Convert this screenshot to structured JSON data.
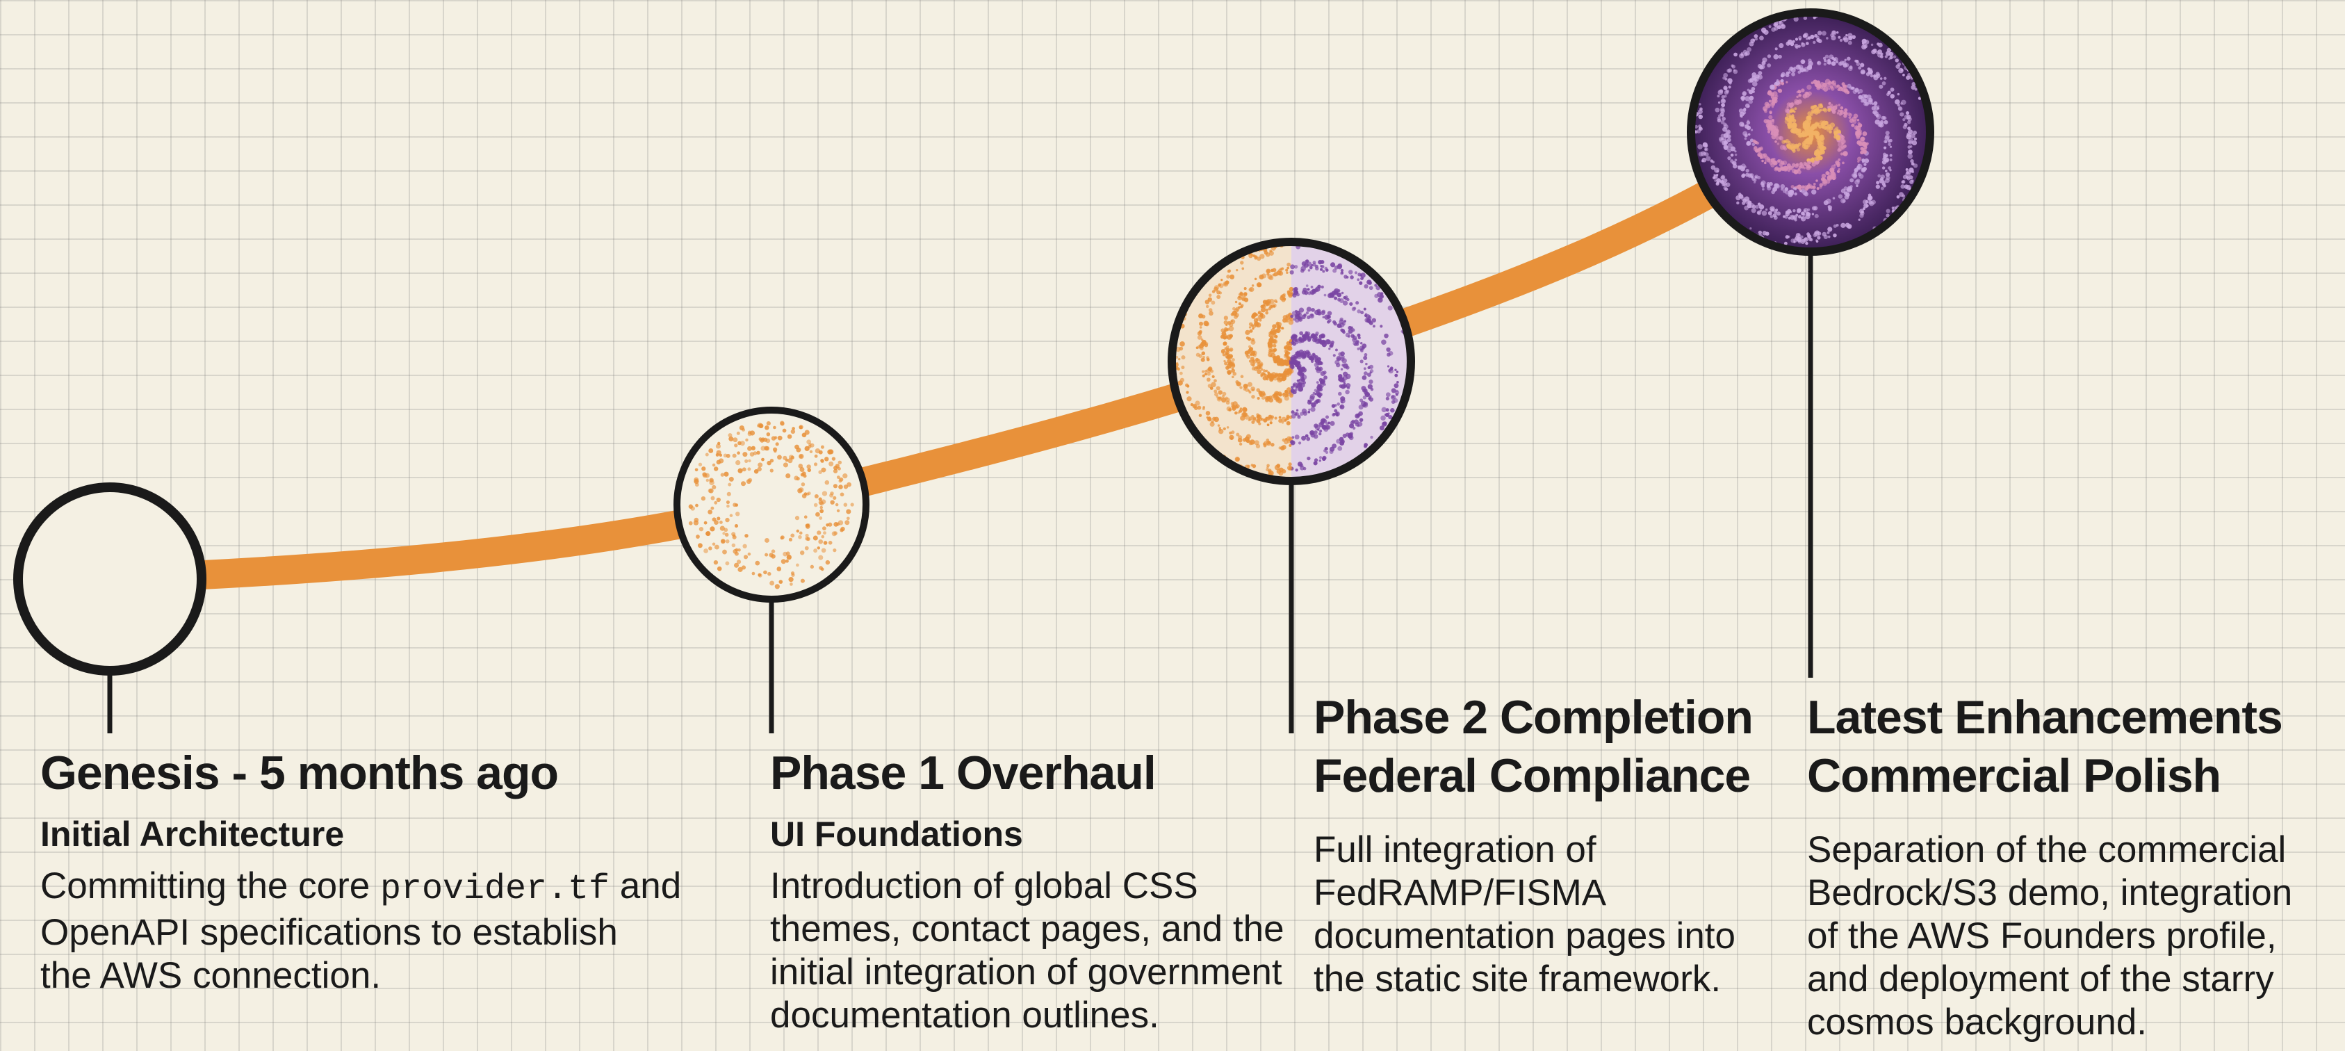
{
  "colors": {
    "background": "#f4f0e3",
    "grid": "#bdbdb5",
    "curve": "#e8913a",
    "outline": "#1a1a1a",
    "orange": "#e8913a",
    "purple": "#6c3a8f",
    "text": "#1a1a1a"
  },
  "milestones": [
    {
      "title": "Genesis - 5 months ago",
      "subtitle": "Initial Architecture",
      "desc_lines": [
        {
          "before": "Committing the core ",
          "code": "provider.tf",
          "after": " and"
        },
        {
          "before": "OpenAPI specifications to establish",
          "code": "",
          "after": ""
        },
        {
          "before": "the AWS connection.",
          "code": "",
          "after": ""
        }
      ],
      "node_style": "empty"
    },
    {
      "title": "Phase 1 Overhaul",
      "subtitle": "UI Foundations",
      "desc_lines": [
        {
          "before": "Introduction of global CSS",
          "code": "",
          "after": ""
        },
        {
          "before": "themes, contact pages, and the",
          "code": "",
          "after": ""
        },
        {
          "before": "initial integration of government",
          "code": "",
          "after": ""
        },
        {
          "before": "documentation outlines.",
          "code": "",
          "after": ""
        }
      ],
      "node_style": "orange-dots"
    },
    {
      "title": "Phase 2 Completion",
      "title2": "Federal Compliance",
      "subtitle": "",
      "desc_lines": [
        {
          "before": "Full integration of",
          "code": "",
          "after": ""
        },
        {
          "before": "FedRAMP/FISMA",
          "code": "",
          "after": ""
        },
        {
          "before": "documentation pages into",
          "code": "",
          "after": ""
        },
        {
          "before": "the static site framework.",
          "code": "",
          "after": ""
        }
      ],
      "node_style": "half-swirl"
    },
    {
      "title": "Latest Enhancements",
      "title2": "Commercial Polish",
      "subtitle": "",
      "desc_lines": [
        {
          "before": "Separation of the commercial",
          "code": "",
          "after": ""
        },
        {
          "before": "Bedrock/S3 demo, integration",
          "code": "",
          "after": ""
        },
        {
          "before": "of the AWS Founders profile,",
          "code": "",
          "after": ""
        },
        {
          "before": "and deployment of the starry",
          "code": "",
          "after": ""
        },
        {
          "before": "cosmos background.",
          "code": "",
          "after": ""
        }
      ],
      "node_style": "purple-swirl"
    }
  ]
}
